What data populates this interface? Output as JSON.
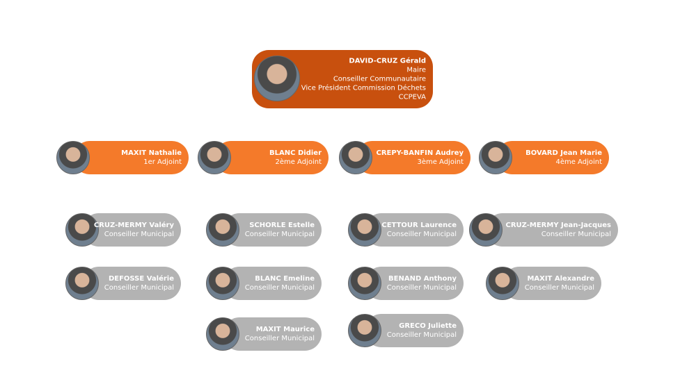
{
  "mayor": {
    "name": "DAVID-CRUZ Gérald",
    "roles": [
      "Maire",
      "Conseiller Communautaire",
      "Vice Président Commission Déchets",
      "CCPEVA"
    ]
  },
  "adjoints": [
    {
      "name": "MAXIT Nathalie",
      "role": "1er Adjoint"
    },
    {
      "name": "BLANC Didier",
      "role": "2ème Adjoint"
    },
    {
      "name": "CREPY-BANFIN Audrey",
      "role": "3ème Adjoint"
    },
    {
      "name": "BOVARD Jean Marie",
      "role": "4ème Adjoint"
    }
  ],
  "conseillers": [
    {
      "name": "CRUZ-MERMY Valéry",
      "role": "Conseiller Municipal"
    },
    {
      "name": "SCHORLE Estelle",
      "role": "Conseiller Municipal"
    },
    {
      "name": "CETTOUR Laurence",
      "role": "Conseiller Municipal"
    },
    {
      "name": "CRUZ-MERMY Jean-Jacques",
      "role": "Conseiller Municipal"
    },
    {
      "name": "DEFOSSE Valérie",
      "role": "Conseiller Municipal"
    },
    {
      "name": "BLANC Emeline",
      "role": "Conseiller Municipal"
    },
    {
      "name": "BENAND Anthony",
      "role": "Conseiller Municipal"
    },
    {
      "name": "MAXIT Alexandre",
      "role": "Conseiller Municipal"
    },
    {
      "name": "MAXIT Maurice",
      "role": "Conseiller Municipal"
    },
    {
      "name": "GRECO Juliette",
      "role": "Conseiller Municipal"
    }
  ]
}
